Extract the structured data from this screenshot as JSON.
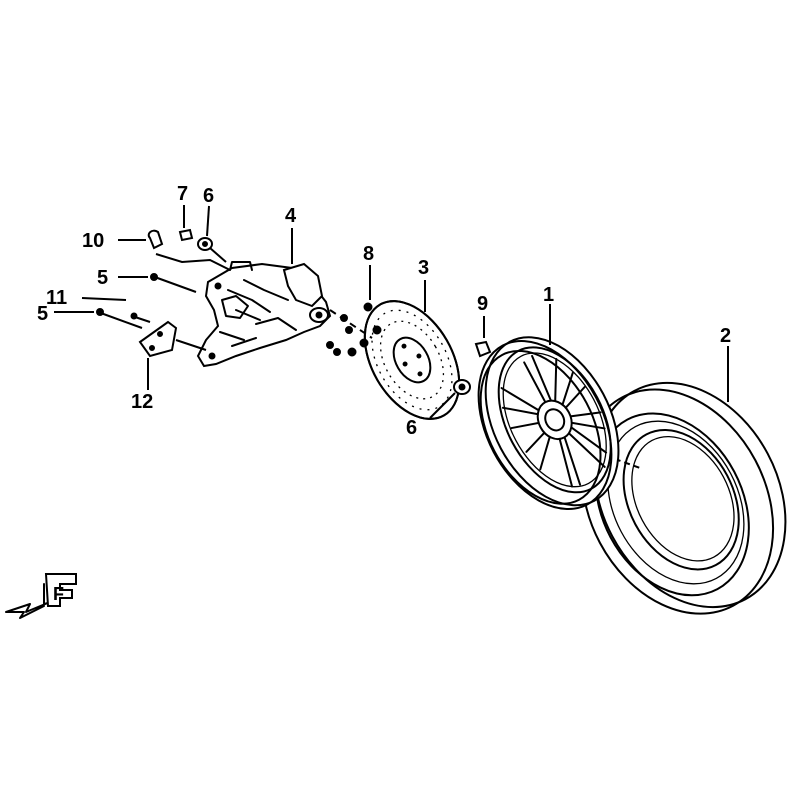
{
  "callouts": {
    "c1": "1",
    "c2": "2",
    "c3": "3",
    "c4": "4",
    "c5a": "5",
    "c5b": "5",
    "c6a": "6",
    "c6b": "6",
    "c7": "7",
    "c8": "8",
    "c9": "9",
    "c10": "10",
    "c11": "11",
    "c12": "12"
  },
  "direction_badge": "F",
  "icons": {
    "front_direction": "front-arrow-icon"
  }
}
